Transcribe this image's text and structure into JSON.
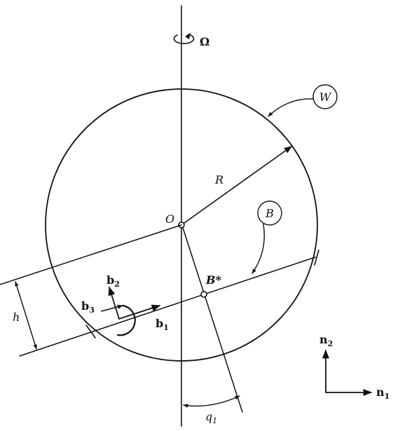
{
  "labels": {
    "omega": "Ω",
    "W": "W",
    "R": "R",
    "O": "O",
    "B": "B",
    "B_star": "B*",
    "h": "h",
    "b1": "b",
    "b1_sub": "1",
    "b2": "b",
    "b2_sub": "2",
    "b3": "b",
    "b3_sub": "3",
    "n1": "n",
    "n1_sub": "1",
    "n2": "n",
    "n2_sub": "2",
    "q1": "q",
    "q1_sub": "1"
  },
  "colors": {
    "ink": "#111111",
    "background": "#ffffff"
  }
}
